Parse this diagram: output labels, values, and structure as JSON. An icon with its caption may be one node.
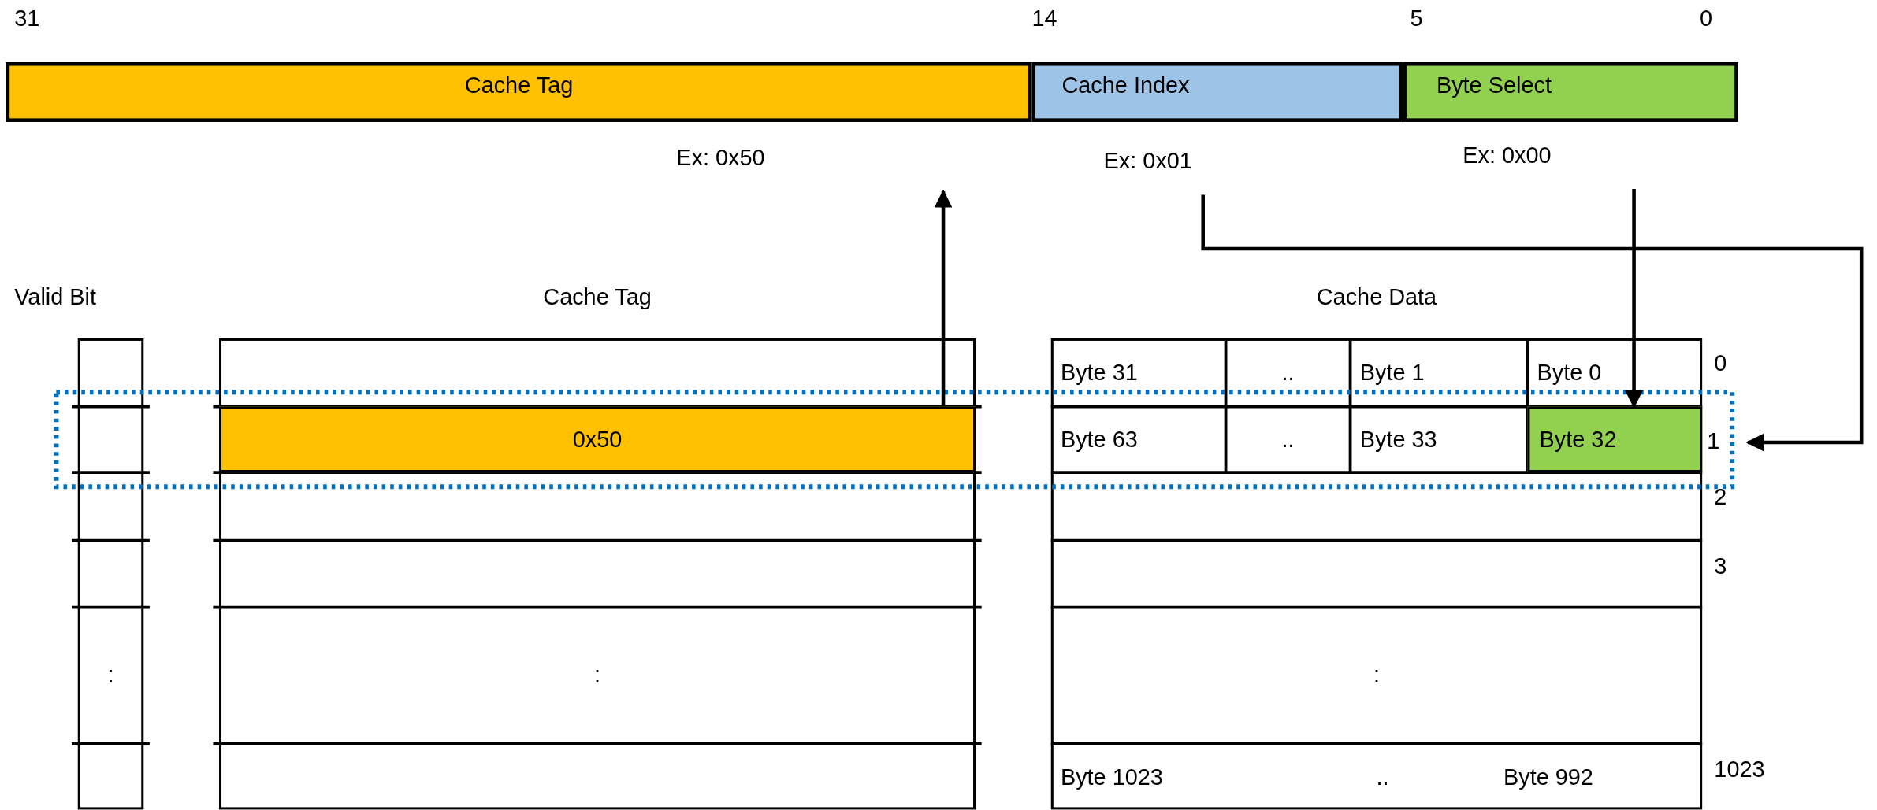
{
  "diagram": {
    "nodes": [
      {
        "text": [
          "Cache Tag"
        ],
        "beside": [
          "Ex: 0x50"
        ]
      },
      {
        "text": [
          "Cache Index"
        ],
        "beside": [
          "Ex: 0x01"
        ]
      },
      {
        "text": [
          "Byte Select"
        ],
        "beside": [
          "Ex: 0x00"
        ]
      },
      {
        "text": [
          "Valid Bit"
        ]
      },
      {
        "text": [
          ":"
        ],
        "in": 3
      },
      {
        "text": [
          "Cache Tag"
        ]
      },
      {
        "text": [
          "0x50"
        ],
        "in": 5
      },
      {
        "text": [
          ":"
        ],
        "in": 5
      },
      {
        "text": [
          "Cache Data"
        ]
      },
      {
        "text": [
          "Byte 31"
        ],
        "in": 8
      },
      {
        "text": [
          ".."
        ],
        "in": 8
      },
      {
        "text": [
          "Byte 1"
        ],
        "in": 8
      },
      {
        "text": [
          "Byte 0"
        ],
        "in": 8
      },
      {
        "text": [
          "Byte 63"
        ],
        "in": 8
      },
      {
        "text": [
          ".."
        ],
        "in": 8
      },
      {
        "text": [
          "Byte 33"
        ],
        "in": 8
      },
      {
        "text": [
          "Byte 32"
        ],
        "in": 8
      },
      {
        "text": [
          ":"
        ],
        "in": 8
      },
      {
        "text": [
          "Byte 1023"
        ],
        "in": 8
      },
      {
        "text": [
          ".."
        ],
        "in": 8
      },
      {
        "text": [
          "Byte 992"
        ],
        "in": 8
      },
      {
        "text": [
          "1"
        ]
      }
    ],
    "edges": [
      {
        "from": 6,
        "to": 0,
        "arrow": "to"
      },
      {
        "from": 1,
        "to": 21,
        "arrow": "to"
      },
      {
        "from": 2,
        "to": 16,
        "arrow": "to"
      }
    ],
    "labels": [
      "31",
      "14",
      "5",
      "0",
      "0",
      "2",
      "3",
      "1023"
    ]
  }
}
